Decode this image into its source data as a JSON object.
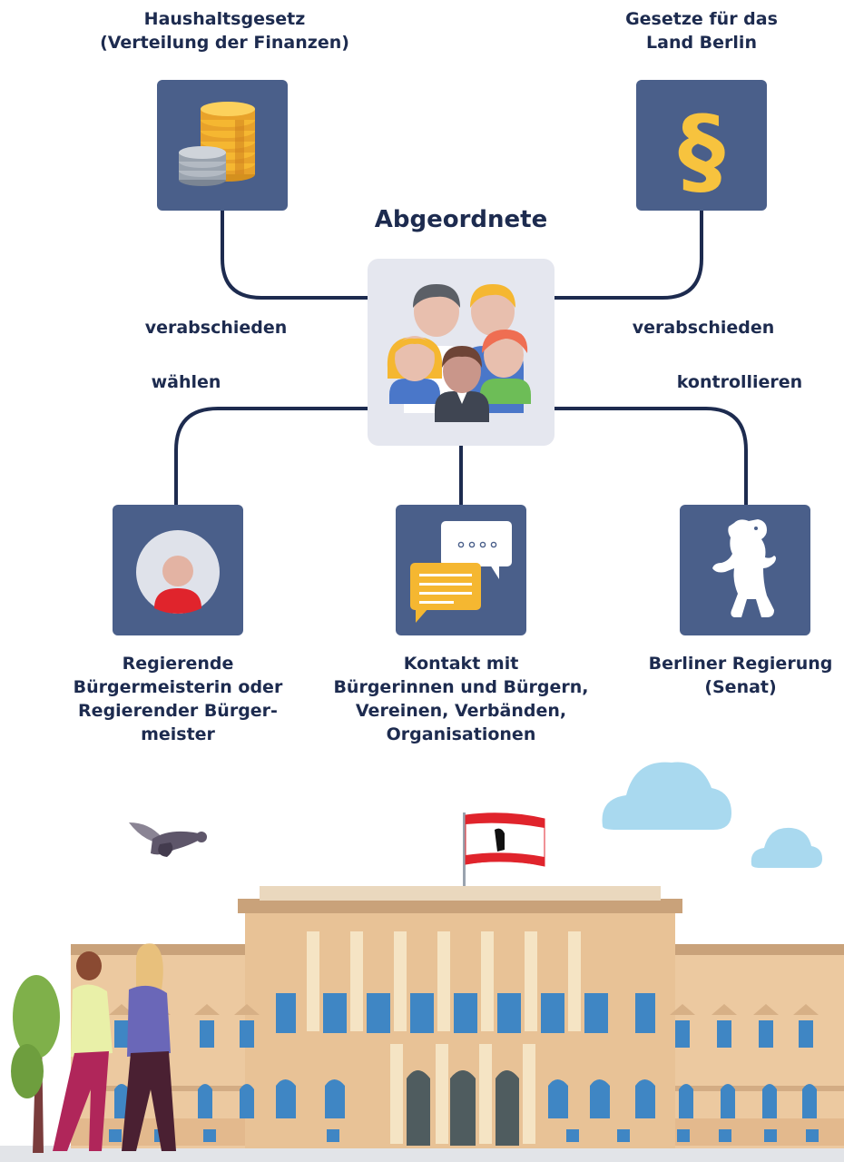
{
  "diagram": {
    "center": {
      "title": "Abgeordnete",
      "icon": "people-group-icon"
    },
    "top_left": {
      "lines": [
        "Haushaltsgesetz",
        "(Verteilung der Finanzen)"
      ],
      "icon": "coins-icon",
      "edge": "verabschieden"
    },
    "top_right": {
      "lines": [
        "Gesetze für das",
        "Land Berlin"
      ],
      "icon": "paragraph-icon",
      "edge": "verabschieden"
    },
    "bottom_left": {
      "lines": [
        "Regierende",
        "Bürgermeisterin oder",
        "Regierender Bürger-",
        "meister"
      ],
      "icon": "person-avatar-icon",
      "edge": "wählen"
    },
    "bottom_center": {
      "lines": [
        "Kontakt mit",
        "Bürgerinnen und Bürgern,",
        "Vereinen, Verbänden,",
        "Organisationen"
      ],
      "icon": "chat-bubbles-icon"
    },
    "bottom_right": {
      "lines": [
        "Berliner Regierung",
        "(Senat)"
      ],
      "icon": "berlin-bear-icon",
      "edge": "kontrollieren"
    }
  },
  "colors": {
    "box": "#4a5f8a",
    "connector": "#1d2b4f",
    "text": "#1d2b4f",
    "center_box": "#e5e7ef",
    "coin_gold": "#f5b731",
    "paragraph": "#f7c33e"
  }
}
